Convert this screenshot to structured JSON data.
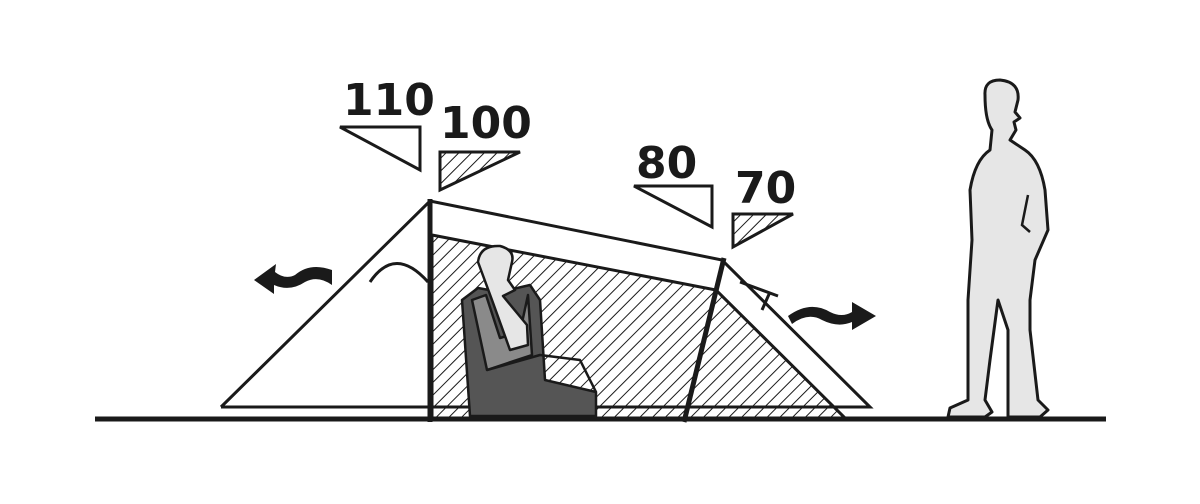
{
  "diagram": {
    "type": "tent-side-profile",
    "heights": {
      "outer_front": "110",
      "inner_front": "100",
      "outer_rear": "80",
      "inner_rear": "70"
    },
    "colors": {
      "line": "#1a1a1a",
      "person_light": "#e6e6e6",
      "person_mid": "#8a8a8a",
      "person_dark": "#555555"
    }
  }
}
